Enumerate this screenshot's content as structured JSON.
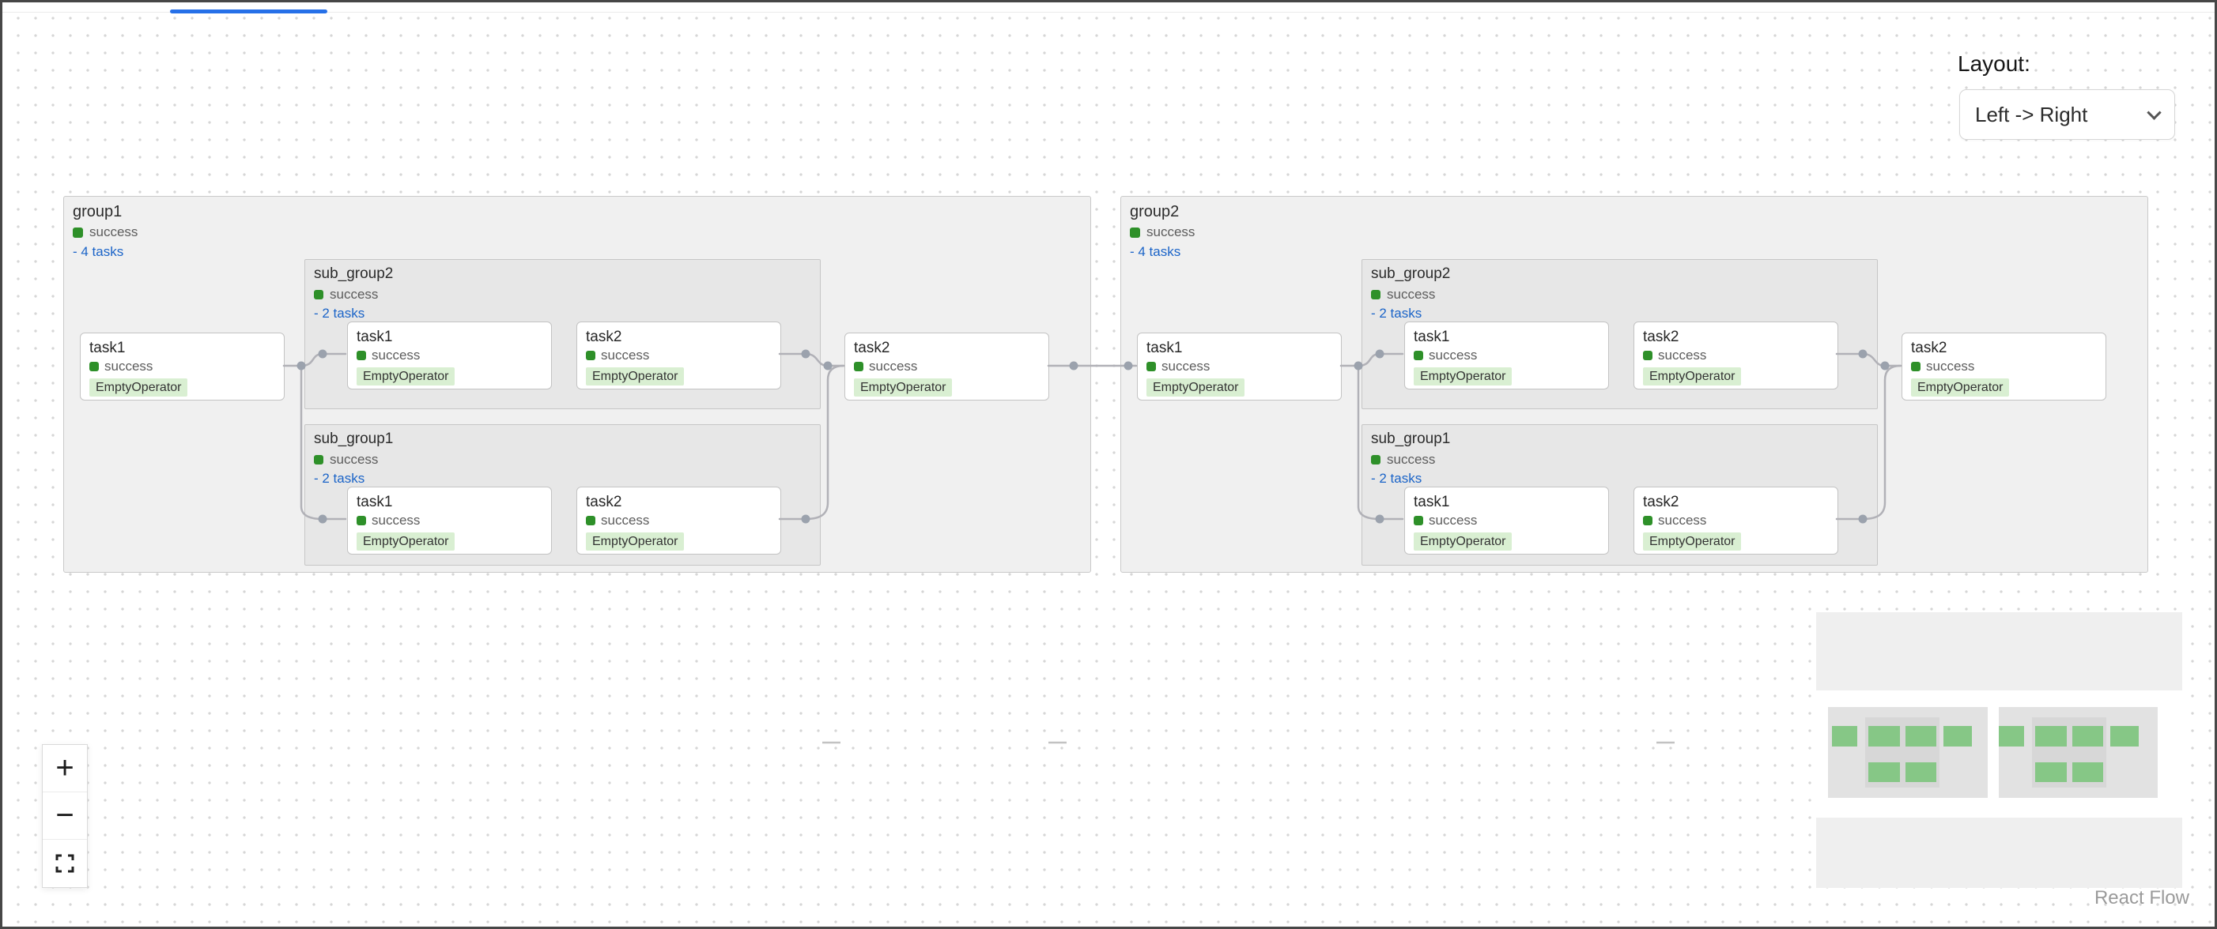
{
  "layout_control": {
    "label": "Layout:",
    "value": "Left -> Right"
  },
  "colors": {
    "success_green": "#2e9029",
    "operator_badge_bg": "#d9efd2",
    "link_blue": "#1b64c8",
    "edge_gray": "#b1b1b7",
    "group_bg": "#f0f0f0",
    "subgroup_bg": "#e7e7e7",
    "minimap_node_green": "#86c786",
    "tab_accent_blue": "#2670e8"
  },
  "groups": [
    {
      "name": "group1",
      "status": "success",
      "tasks_link": "- 4 tasks",
      "entry_task": {
        "name": "task1",
        "status": "success",
        "operator": "EmptyOperator"
      },
      "subgroups": [
        {
          "name": "sub_group2",
          "status": "success",
          "tasks_link": "- 2 tasks",
          "tasks": [
            {
              "name": "task1",
              "status": "success",
              "operator": "EmptyOperator"
            },
            {
              "name": "task2",
              "status": "success",
              "operator": "EmptyOperator"
            }
          ]
        },
        {
          "name": "sub_group1",
          "status": "success",
          "tasks_link": "- 2 tasks",
          "tasks": [
            {
              "name": "task1",
              "status": "success",
              "operator": "EmptyOperator"
            },
            {
              "name": "task2",
              "status": "success",
              "operator": "EmptyOperator"
            }
          ]
        }
      ],
      "exit_task": {
        "name": "task2",
        "status": "success",
        "operator": "EmptyOperator"
      }
    },
    {
      "name": "group2",
      "status": "success",
      "tasks_link": "- 4 tasks",
      "entry_task": {
        "name": "task1",
        "status": "success",
        "operator": "EmptyOperator"
      },
      "subgroups": [
        {
          "name": "sub_group2",
          "status": "success",
          "tasks_link": "- 2 tasks",
          "tasks": [
            {
              "name": "task1",
              "status": "success",
              "operator": "EmptyOperator"
            },
            {
              "name": "task2",
              "status": "success",
              "operator": "EmptyOperator"
            }
          ]
        },
        {
          "name": "sub_group1",
          "status": "success",
          "tasks_link": "- 2 tasks",
          "tasks": [
            {
              "name": "task1",
              "status": "success",
              "operator": "EmptyOperator"
            },
            {
              "name": "task2",
              "status": "success",
              "operator": "EmptyOperator"
            }
          ]
        }
      ],
      "exit_task": {
        "name": "task2",
        "status": "success",
        "operator": "EmptyOperator"
      }
    }
  ],
  "controls": {
    "zoom_in_label": "+",
    "zoom_out_label": "−"
  },
  "attribution": "React Flow"
}
